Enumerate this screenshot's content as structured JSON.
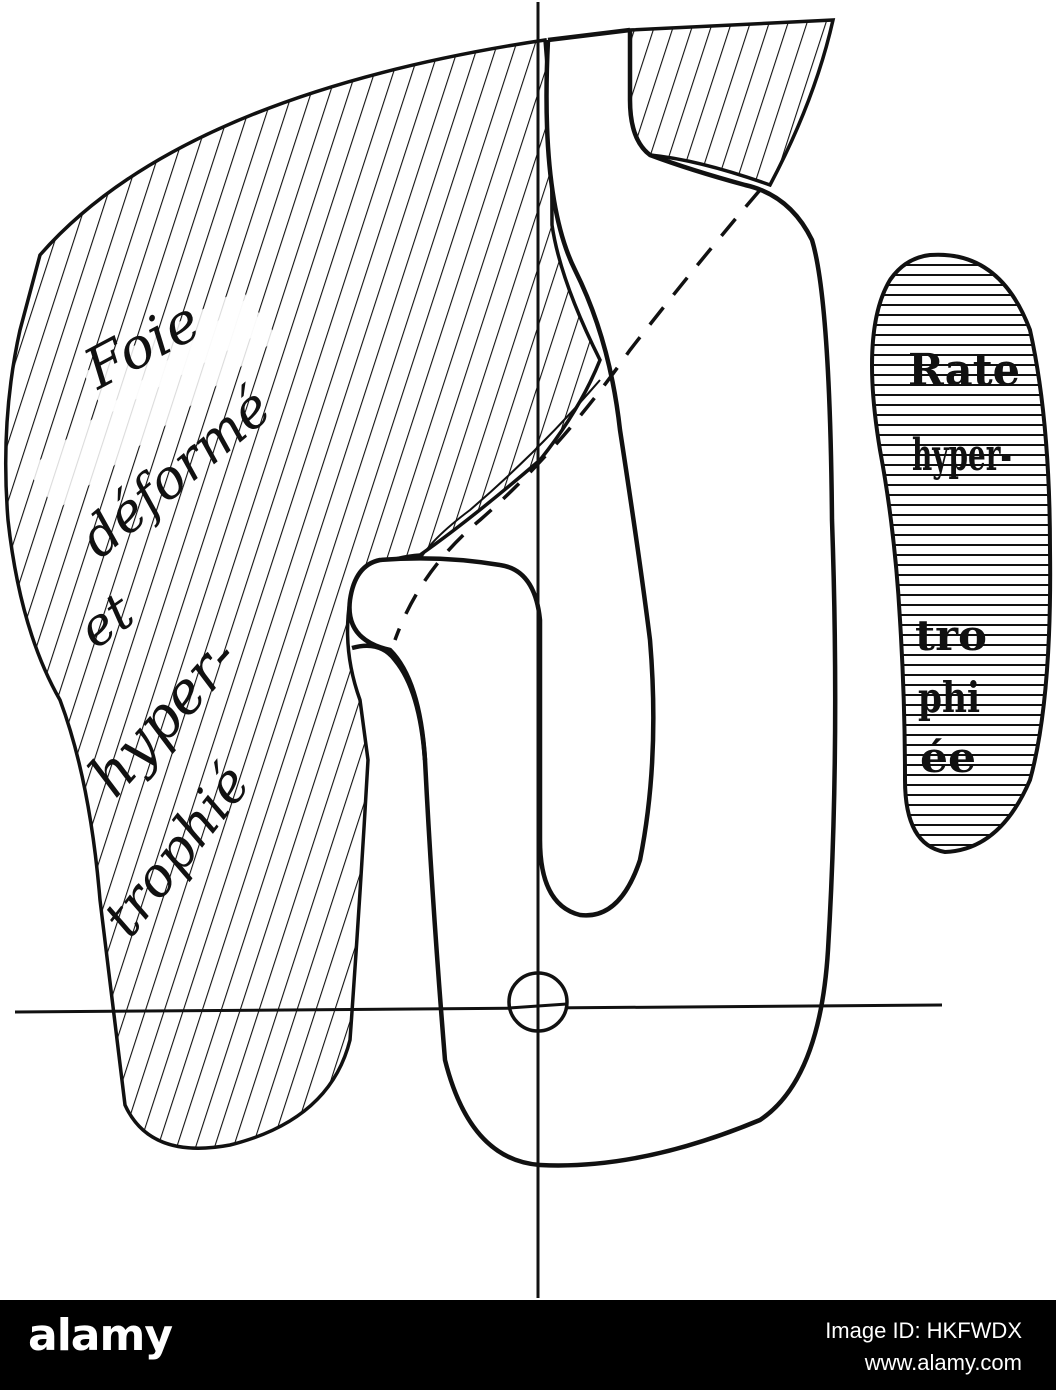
{
  "diagram": {
    "liver_label_lines": [
      "Foie",
      "déformé",
      "et",
      "hyper-",
      "trophié"
    ],
    "spleen_label_lines": [
      "Rate",
      "hyper-",
      "tro",
      "phi",
      "ée"
    ],
    "colors": {
      "ink": "#111111",
      "paper": "#ffffff"
    }
  },
  "watermark": {
    "logo": "alamy",
    "image_id": "Image ID: HKFWDX",
    "website": "www.alamy.com",
    "bar_color": "#000000"
  }
}
